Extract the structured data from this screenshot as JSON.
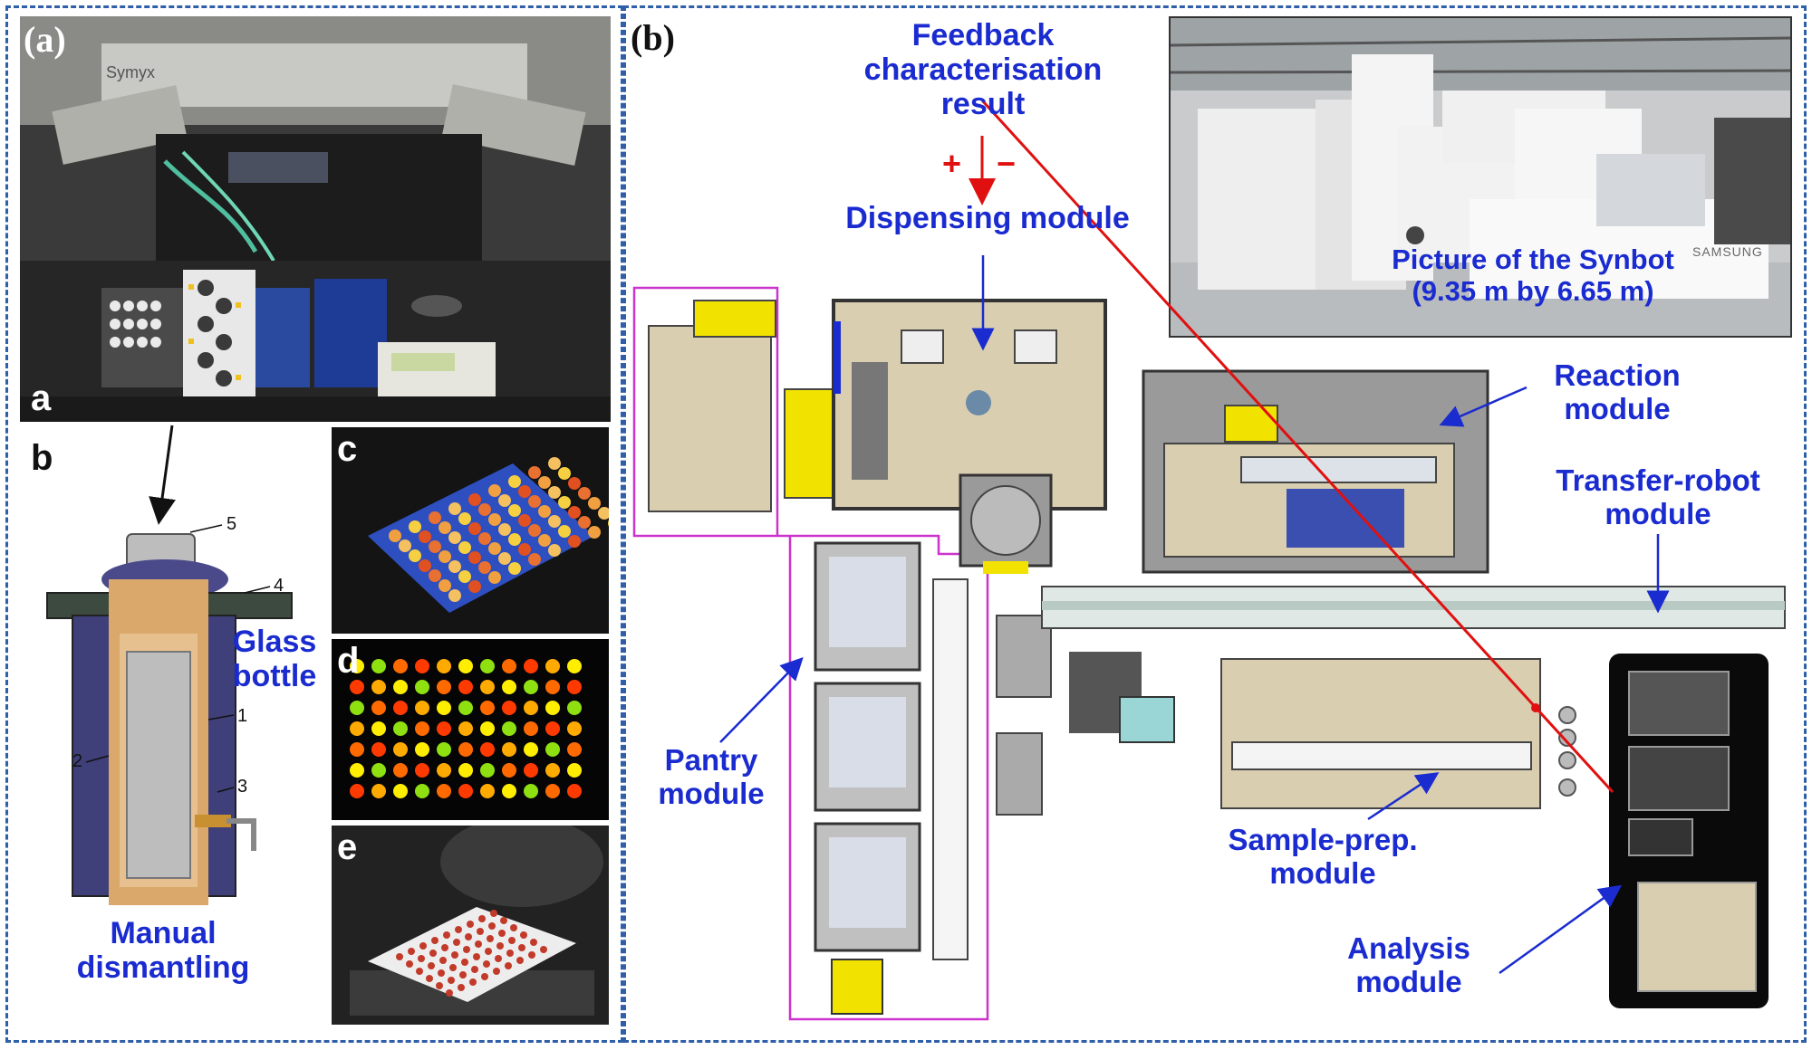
{
  "panel_a": {
    "tag": "(a)",
    "sub_a": "a",
    "sub_b": "b",
    "sub_c": "c",
    "sub_d": "d",
    "sub_e": "e",
    "brand": "Symyx",
    "glass_bottle": [
      "Glass",
      "bottle"
    ],
    "manual_dismantling": [
      "Manual",
      "dismantling"
    ],
    "numbers": [
      "1",
      "2",
      "3",
      "4",
      "5"
    ]
  },
  "panel_b": {
    "tag": "(b)",
    "feedback": [
      "Feedback",
      "characterisation",
      "result"
    ],
    "plus": "+",
    "minus": "−",
    "dispensing": "Dispensing module",
    "photo_caption": [
      "Picture of the Synbot",
      "(9.35 m by 6.65 m)"
    ],
    "samsung": "SAMSUNG",
    "reaction": [
      "Reaction",
      "module"
    ],
    "transfer": [
      "Transfer-robot",
      "module"
    ],
    "pantry": [
      "Pantry",
      "module"
    ],
    "sampleprep": [
      "Sample-prep.",
      "module"
    ],
    "analysis": [
      "Analysis",
      "module"
    ]
  },
  "colors": {
    "label_blue": "#1a2bd0",
    "frame_blue": "#2f5fa8",
    "feedback_red": "#e01010",
    "pantry_outline": "#cc33cc",
    "module_beige": "#d9ceb0",
    "module_yellow": "#f2e200"
  }
}
